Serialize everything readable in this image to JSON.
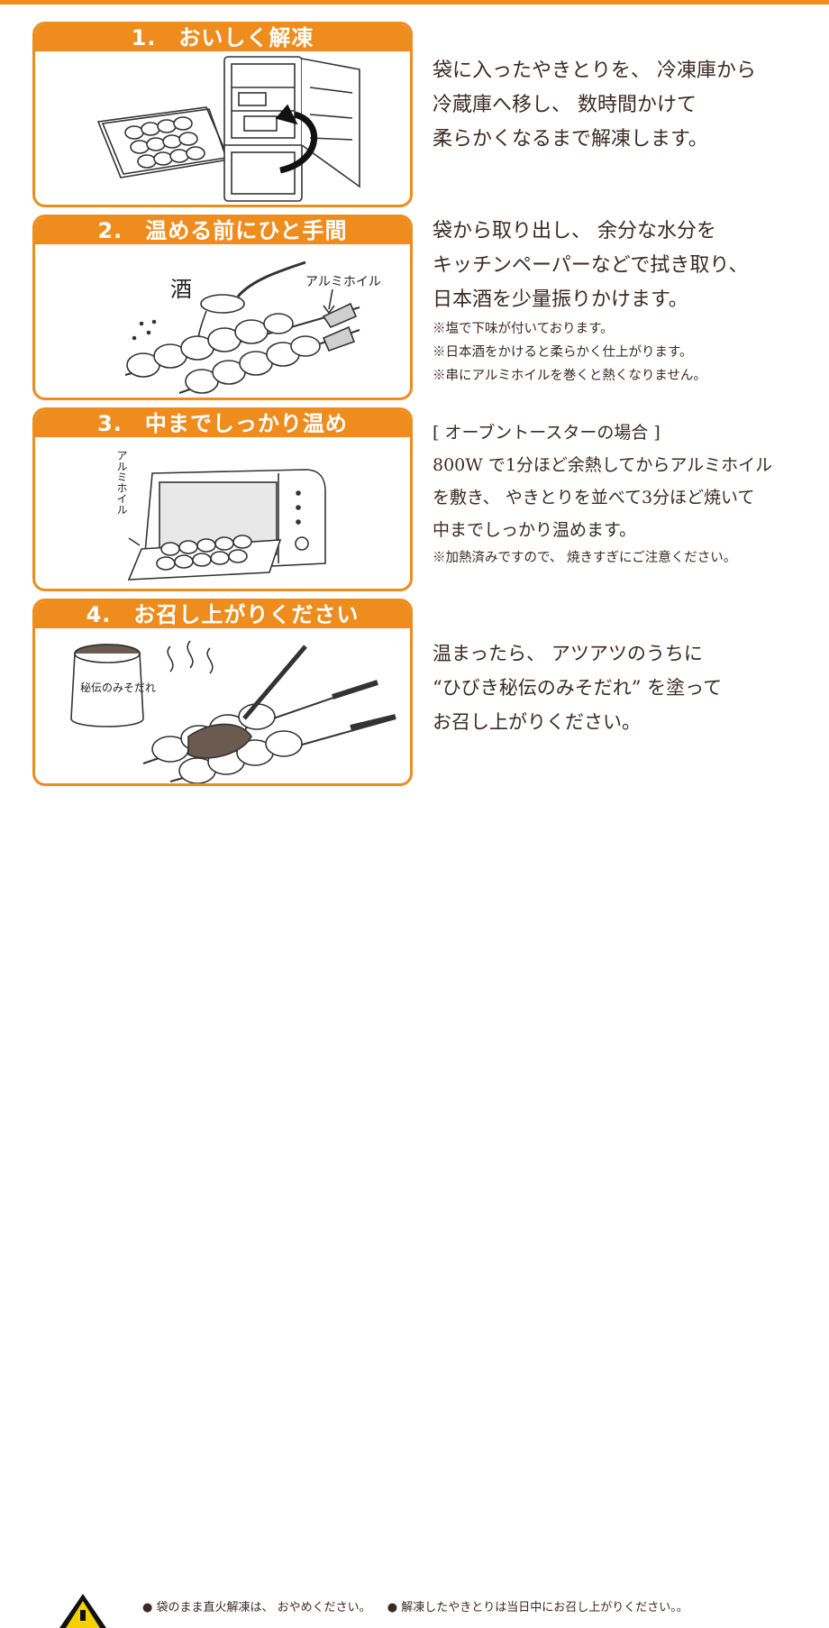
{
  "accent_color": "#ee8c1e",
  "steps": [
    {
      "title": "1.　おいしく解凍",
      "lines": [
        "袋に入ったやきとりを、 冷凍庫から",
        "冷蔵庫へ移し、 数時間かけて",
        "柔らかくなるまで解凍します。"
      ],
      "icon": "fridge-illustration"
    },
    {
      "title": "2.　温める前にひと手間",
      "lines": [
        "袋から取り出し、 余分な水分を",
        "キッチンペーパーなどで拭き取り、",
        "日本酒を少量振りかけます。"
      ],
      "notes": [
        "※塩で下味が付いております。",
        "※日本酒をかけると柔らかく仕上がります。",
        "※串にアルミホイルを巻くと熱くなりません。"
      ],
      "illus_labels": {
        "sake": "酒",
        "foil": "アルミホイル"
      },
      "icon": "skewer-sake-illustration"
    },
    {
      "title": "3.　中までしっかり温め",
      "heading": "[ オーブントースターの場合 ]",
      "lines": [
        "800W で1分ほど余熱してからアルミホイル",
        "を敷き、 やきとりを並べて3分ほど焼いて",
        "中までしっかり温めます。"
      ],
      "notes": [
        "※加熱済みですので、 焼きすぎにご注意ください。"
      ],
      "illus_labels": {
        "foil": "アルミホイル"
      },
      "icon": "toaster-oven-illustration"
    },
    {
      "title": "4.　お召し上がりください",
      "lines": [
        "温まったら、 アツアツのうちに",
        "“ひびき秘伝のみそだれ” を塗って",
        "お召し上がりください。"
      ],
      "illus_labels": {
        "jar": "秘伝のみそだれ"
      },
      "icon": "miso-sauce-skewer-illustration"
    }
  ],
  "footer": {
    "warning_icon": "warning-triangle-icon",
    "items": [
      "● 袋のまま直火解凍は、 おやめください。",
      "● 解凍したやきとりは当日中にお召し上がりください。。"
    ]
  }
}
